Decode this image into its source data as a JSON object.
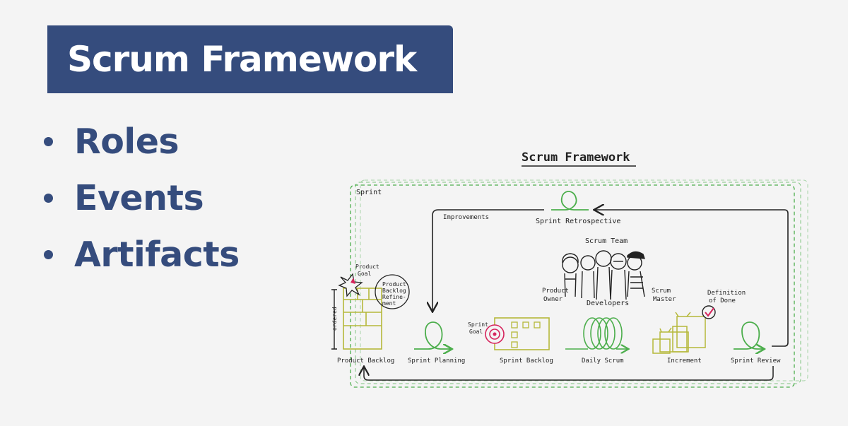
{
  "header": {
    "title": "Scrum Framework"
  },
  "bullets": [
    {
      "label": "Roles"
    },
    {
      "label": "Events"
    },
    {
      "label": "Artifacts"
    }
  ],
  "diagram": {
    "title": "Scrum Framework",
    "sprint_label": "Sprint",
    "improvements_label": "Improvements",
    "retrospective_label": "Sprint Retrospective",
    "scrum_team_label": "Scrum Team",
    "product_owner_label": [
      "Product",
      "Owner"
    ],
    "developers_label": "Developers",
    "scrum_master_label": [
      "Scrum",
      "Master"
    ],
    "definition_of_done_label": [
      "Definition",
      "of Done"
    ],
    "product_goal_label": [
      "Product",
      "Goal"
    ],
    "refinement_label": [
      "Product",
      "Backlog",
      "Refine-",
      "ment"
    ],
    "ordered_label": "ordered",
    "sprint_goal_label": [
      "Sprint",
      "Goal"
    ],
    "stages": [
      {
        "label": "Product Backlog"
      },
      {
        "label": "Sprint Planning"
      },
      {
        "label": "Sprint Backlog"
      },
      {
        "label": "Daily Scrum"
      },
      {
        "label": "Increment"
      },
      {
        "label": "Sprint Review"
      }
    ],
    "colors": {
      "green": "#4cae4c",
      "olive": "#b5b83a",
      "red": "#d6245c",
      "navy": "#354c7d"
    }
  }
}
